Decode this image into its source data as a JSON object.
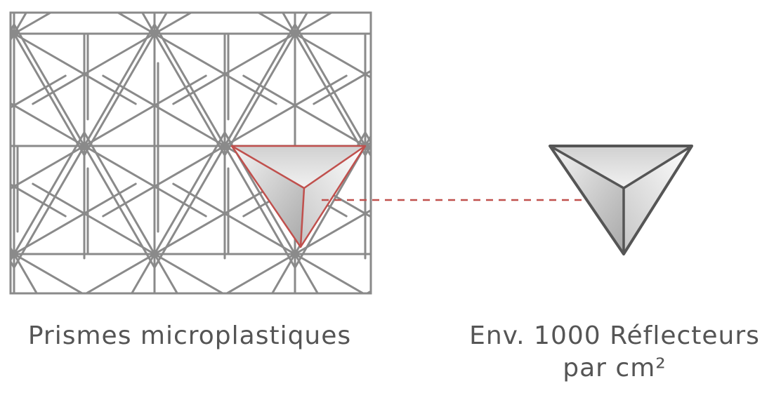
{
  "captions": {
    "left": "Prismes microplastiques",
    "right_line1": "Env. 1000 Réflecteurs",
    "right_line2": "par cm²"
  },
  "colors": {
    "grid_stroke": "#8a8a8a",
    "highlight_stroke": "#c0504d",
    "dashed_connector": "#c0504d",
    "prism_stroke": "#555555",
    "prism_fill_light": "#f4f4f4",
    "prism_fill_dark": "#b0b0b0",
    "caption_text": "#555555"
  }
}
